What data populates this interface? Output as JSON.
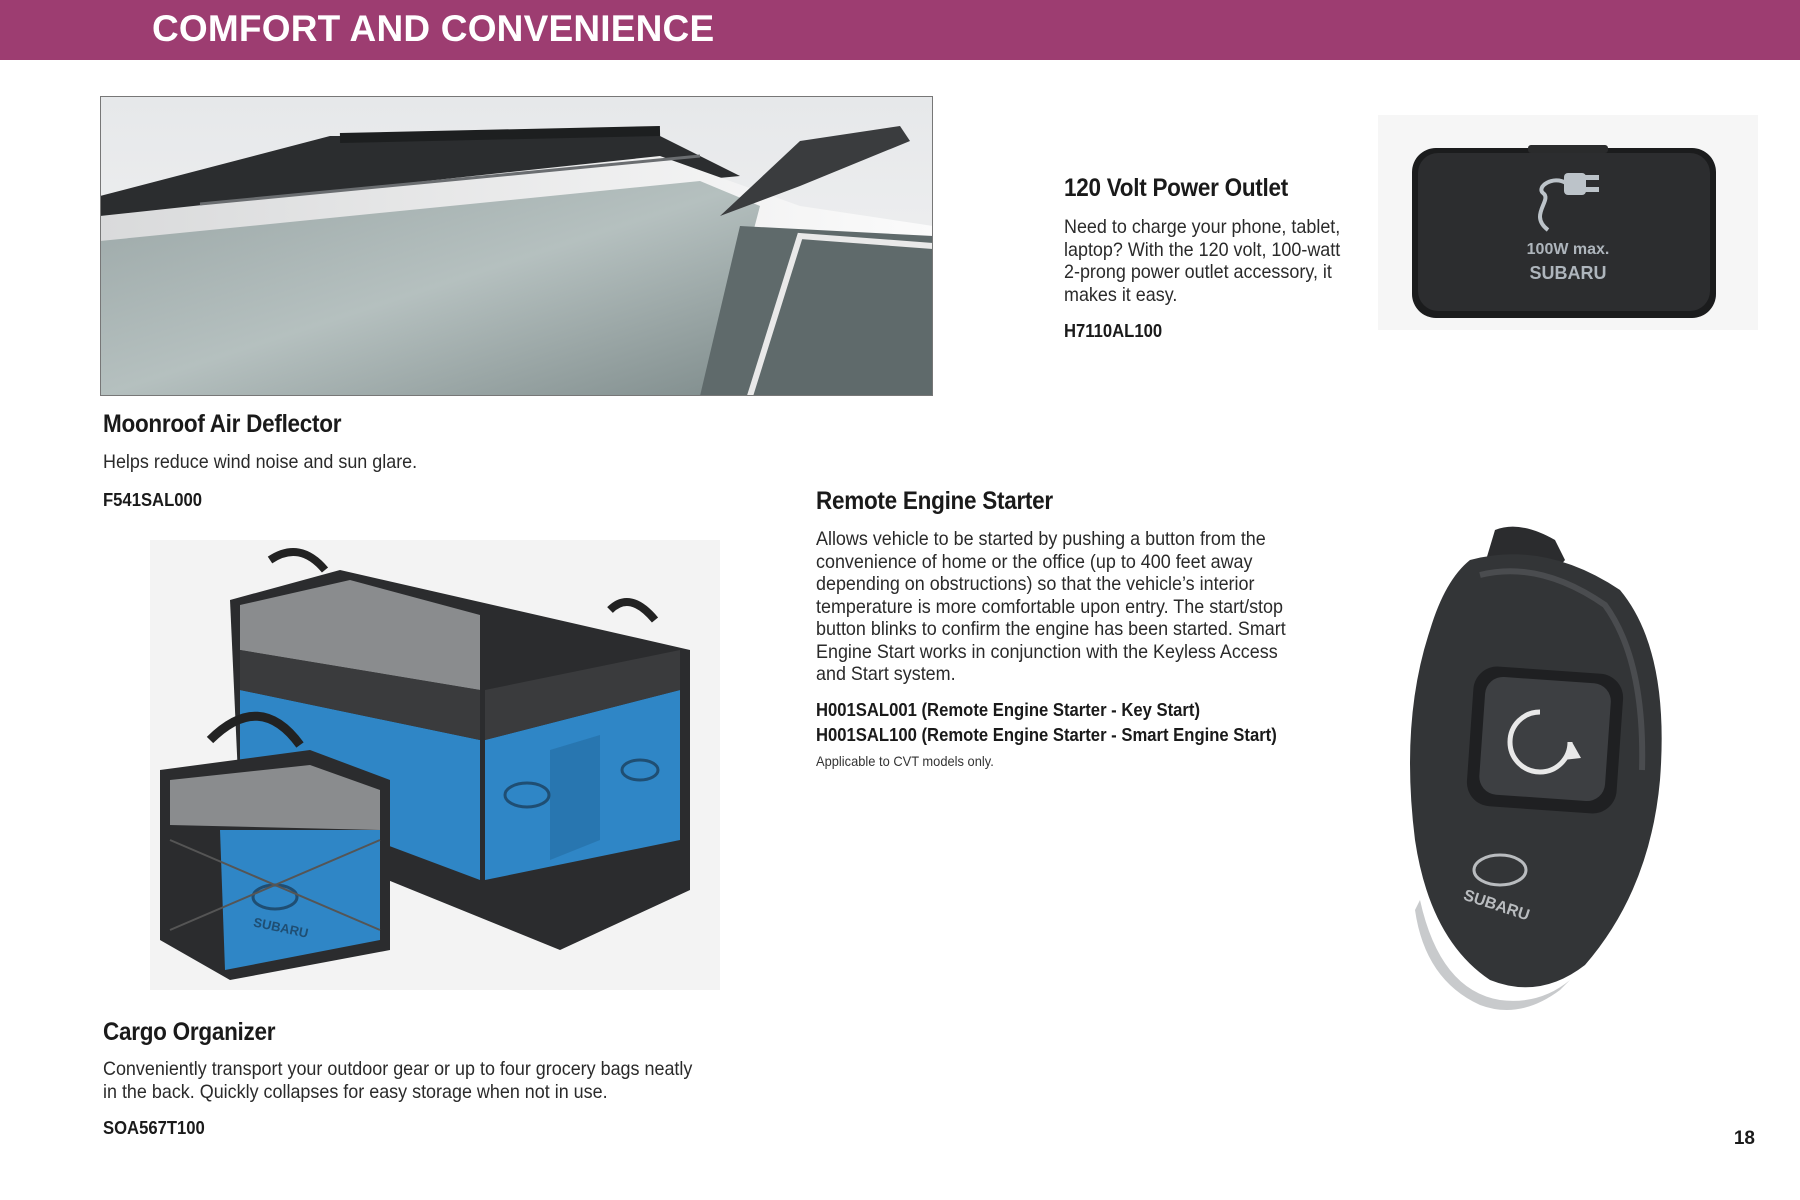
{
  "header": {
    "title": "COMFORT AND CONVENIENCE"
  },
  "products": {
    "moonroof": {
      "title": "Moonroof Air Deflector",
      "description": "Helps reduce wind noise and sun glare.",
      "part_number": "F541SAL000"
    },
    "power_outlet": {
      "title": "120 Volt Power Outlet",
      "description_lines": [
        "Need to charge your phone, tablet,",
        "laptop? With the 120 volt, 100-watt",
        "2-prong power outlet accessory, it",
        "makes it easy."
      ],
      "part_number": "H7110AL100",
      "image_text": {
        "line1": "100W max.",
        "line2": "SUBARU"
      }
    },
    "remote_starter": {
      "title": "Remote Engine Starter",
      "description_lines": [
        "Allows vehicle to be started by pushing a button from the",
        "convenience of home or the office (up to 400 feet away",
        "depending on obstructions) so that the vehicle’s interior",
        "temperature is more comfortable upon entry. The start/stop",
        "button blinks to confirm the engine has been started. Smart",
        "Engine Start works in conjunction with the Keyless Access",
        "and Start system."
      ],
      "part_numbers": [
        "H001SAL001 (Remote Engine Starter - Key Start)",
        "H001SAL100 (Remote Engine Starter - Smart Engine Start)"
      ],
      "note": "Applicable to CVT models only.",
      "image_text": "SUBARU"
    },
    "cargo": {
      "title": "Cargo Organizer",
      "description_lines": [
        "Conveniently transport your outdoor gear or up to four grocery bags neatly",
        "in the back. Quickly collapses for easy storage when not in use."
      ],
      "part_number": "SOA567T100",
      "image_text": "SUBARU"
    }
  },
  "page_number": "18",
  "colors": {
    "header": "#9d3d71",
    "organizer_blue": "#2f86c6"
  }
}
